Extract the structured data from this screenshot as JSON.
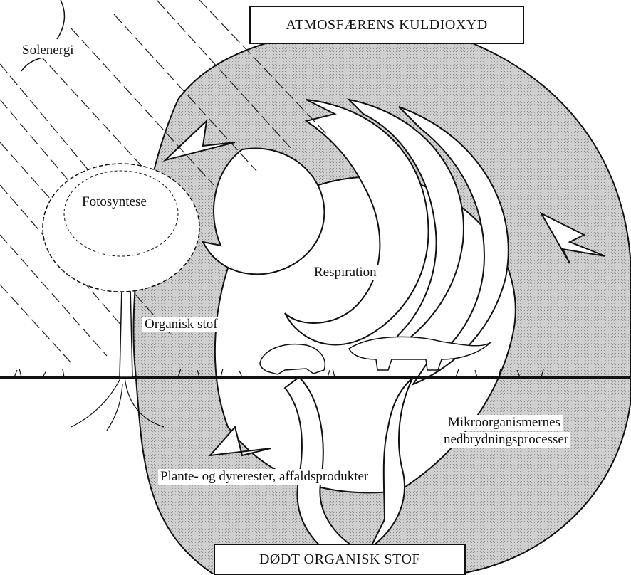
{
  "diagram": {
    "top_box": "ATMOSFÆRENS KULDIOXYD",
    "bottom_box": "DØDT ORGANISK STOF",
    "labels": {
      "solar": "Solenergi",
      "photosynthesis": "Fotosyntese",
      "organic": "Organisk stof",
      "respiration": "Respiration",
      "microorganisms": [
        "Mikroorganismernes",
        "nedbrydningsprocesser"
      ],
      "remains": "Plante- og dyrerester, affaldsprodukter"
    }
  },
  "colors": {
    "ink": "#111111",
    "ring_fill": "#c9c9c9",
    "paper": "#ffffff"
  }
}
